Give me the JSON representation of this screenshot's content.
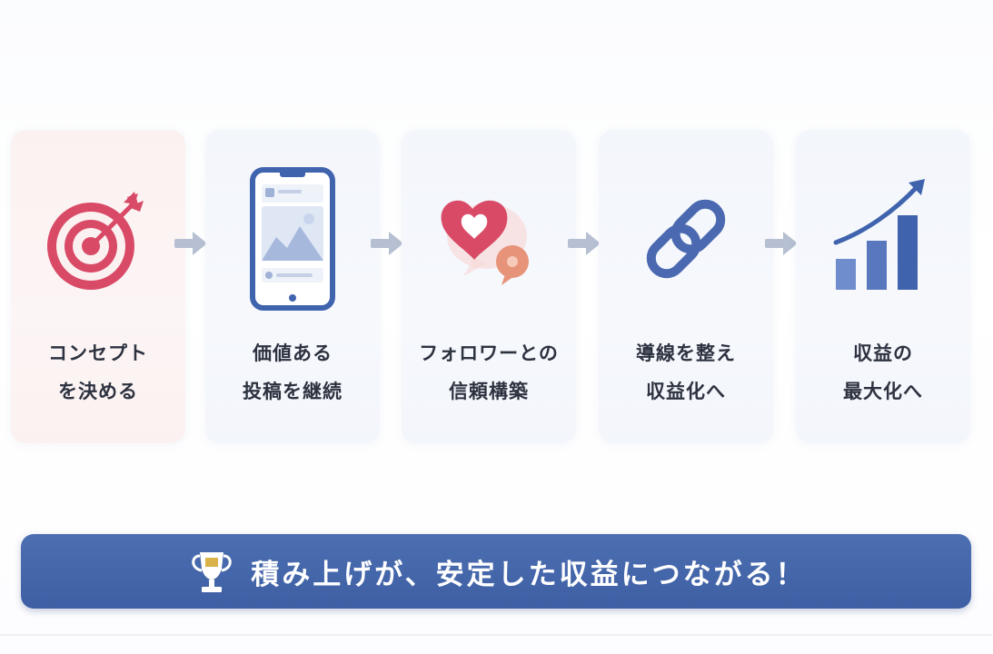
{
  "steps": [
    {
      "line1": "コンセプト",
      "line2": "を決める",
      "icon": "target-icon"
    },
    {
      "line1": "価値ある",
      "line2": "投稿を継続",
      "icon": "smartphone-icon"
    },
    {
      "line1": "フォロワーとの",
      "line2": "信頼構築",
      "icon": "heart-chat-icon"
    },
    {
      "line1": "導線を整え",
      "line2": "収益化へ",
      "icon": "chain-link-icon"
    },
    {
      "line1": "収益の",
      "line2": "最大化へ",
      "icon": "growth-chart-icon"
    }
  ],
  "banner": {
    "text": "積み上げが、安定した収益につながる！",
    "icon": "trophy-icon"
  },
  "colors": {
    "accent_red": "#d94a67",
    "accent_blue": "#4a69b0",
    "banner_bg": "#4465a9"
  }
}
